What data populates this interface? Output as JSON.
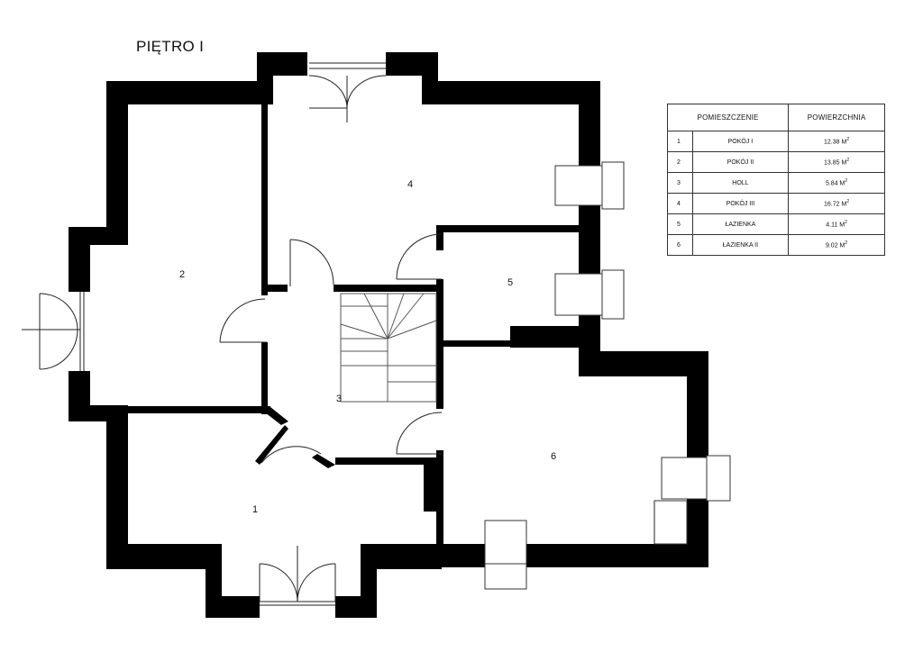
{
  "floor_title": "PIĘTRO I",
  "room_labels": [
    "1",
    "2",
    "3",
    "4",
    "5",
    "6"
  ],
  "table": {
    "headers": [
      "POMIESZCZENIE",
      "POWIERZCHNIA"
    ],
    "rows": [
      {
        "num": "1",
        "name": "POKÓJ I",
        "area": "12.38",
        "unit": "M",
        "sup": "2"
      },
      {
        "num": "2",
        "name": "POKÓJ II",
        "area": "13.85",
        "unit": "M",
        "sup": "2"
      },
      {
        "num": "3",
        "name": "HOLL",
        "area": "5.84",
        "unit": "M",
        "sup": "2"
      },
      {
        "num": "4",
        "name": "POKÓJ III",
        "area": "16.72",
        "unit": "M",
        "sup": "2"
      },
      {
        "num": "5",
        "name": "ŁAZIENKA",
        "area": "4.11",
        "unit": "M",
        "sup": "2"
      },
      {
        "num": "6",
        "name": "ŁAZIENKA II",
        "area": "9.02",
        "unit": "M",
        "sup": "2"
      }
    ]
  },
  "colors": {
    "wall": "#000000",
    "line": "#333333",
    "background": "#ffffff"
  }
}
